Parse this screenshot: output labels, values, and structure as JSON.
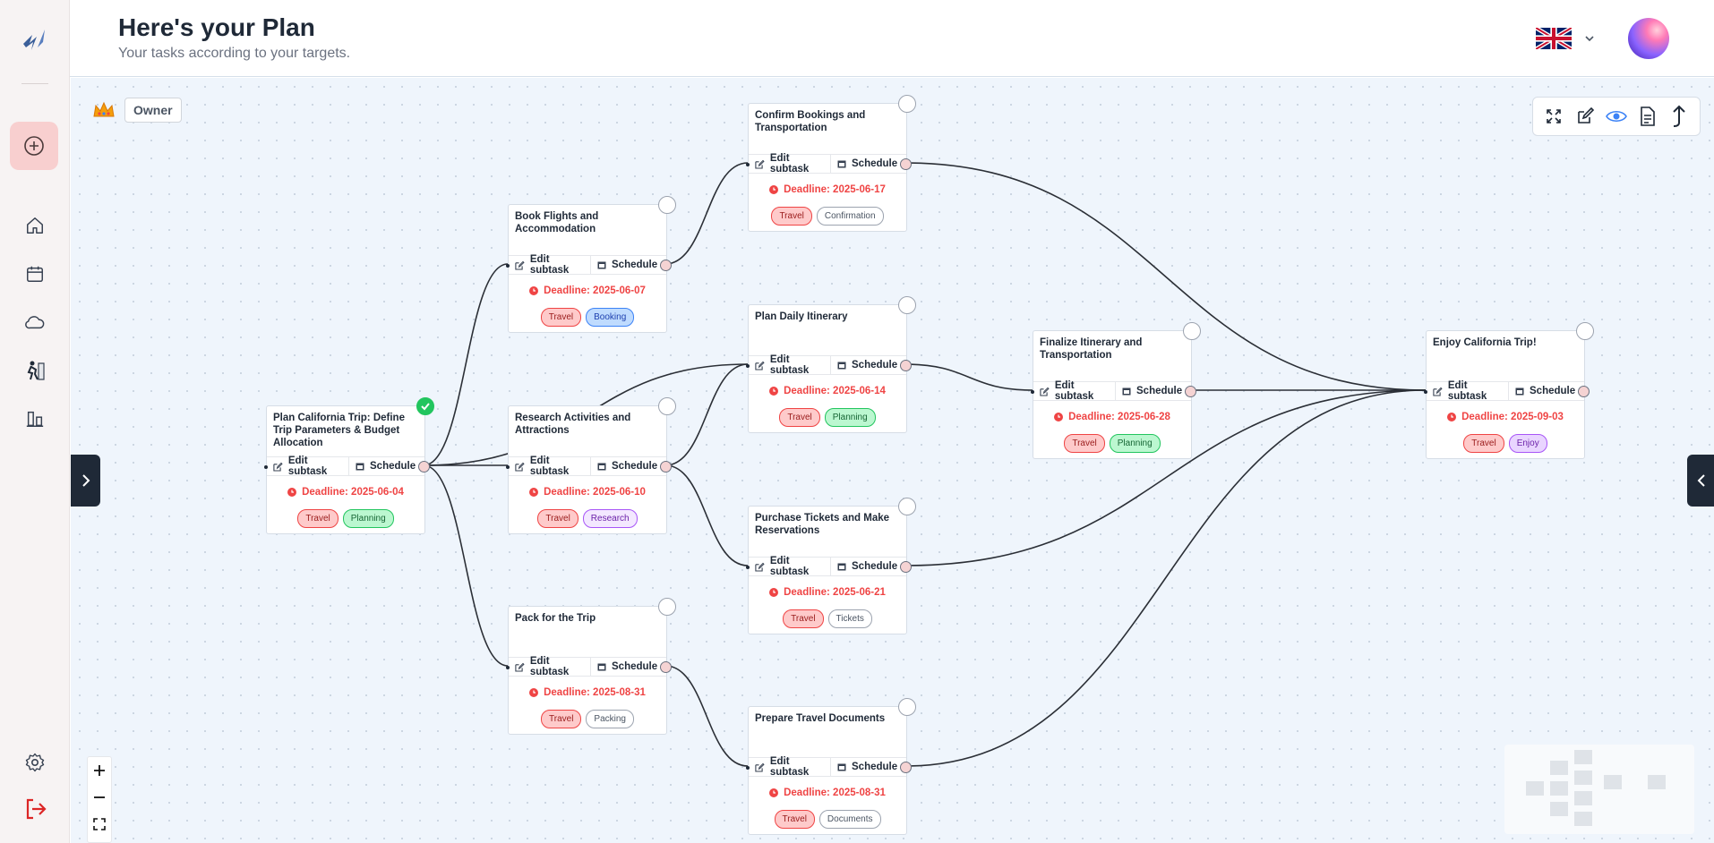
{
  "header": {
    "title": "Here's your Plan",
    "subtitle": "Your tasks according to your targets."
  },
  "sidebar": {
    "items": [
      {
        "icon": "logo-icon"
      },
      {
        "icon": "add-icon"
      },
      {
        "icon": "home-icon"
      },
      {
        "icon": "calendar-icon"
      },
      {
        "icon": "cloud-icon"
      },
      {
        "icon": "climber-icon"
      },
      {
        "icon": "stats-icon"
      },
      {
        "icon": "settings-icon"
      },
      {
        "icon": "logout-icon"
      }
    ]
  },
  "canvas": {
    "owner_label": "Owner",
    "toolbar": [
      "fullscreen-icon",
      "edit-icon",
      "eye-icon",
      "document-icon",
      "share-arrow-icon"
    ],
    "zoom": [
      "+",
      "−",
      "fit"
    ]
  },
  "node_labels": {
    "edit": "Edit subtask",
    "schedule": "Schedule"
  },
  "nodes": [
    {
      "id": "n1",
      "title": "Plan California Trip: Define Trip Parameters & Budget Allocation",
      "deadline": "Deadline: 2025-06-04",
      "tags": [
        "Travel",
        "Planning"
      ],
      "done": true
    },
    {
      "id": "n2",
      "title": "Book Flights and Accommodation",
      "deadline": "Deadline: 2025-06-07",
      "tags": [
        "Travel",
        "Booking"
      ],
      "done": false
    },
    {
      "id": "n3",
      "title": "Research Activities and Attractions",
      "deadline": "Deadline: 2025-06-10",
      "tags": [
        "Travel",
        "Research"
      ],
      "done": false
    },
    {
      "id": "n4",
      "title": "Pack for the Trip",
      "deadline": "Deadline: 2025-08-31",
      "tags": [
        "Travel",
        "Packing"
      ],
      "done": false
    },
    {
      "id": "n5",
      "title": "Confirm Bookings and Transportation",
      "deadline": "Deadline: 2025-06-17",
      "tags": [
        "Travel",
        "Confirmation"
      ],
      "done": false
    },
    {
      "id": "n6",
      "title": "Plan Daily Itinerary",
      "deadline": "Deadline: 2025-06-14",
      "tags": [
        "Travel",
        "Planning"
      ],
      "done": false
    },
    {
      "id": "n7",
      "title": "Purchase Tickets and Make Reservations",
      "deadline": "Deadline: 2025-06-21",
      "tags": [
        "Travel",
        "Tickets"
      ],
      "done": false
    },
    {
      "id": "n8",
      "title": "Prepare Travel Documents",
      "deadline": "Deadline: 2025-08-31",
      "tags": [
        "Travel",
        "Documents"
      ],
      "done": false
    },
    {
      "id": "n9",
      "title": "Finalize Itinerary and Transportation",
      "deadline": "Deadline: 2025-06-28",
      "tags": [
        "Travel",
        "Planning"
      ],
      "done": false
    },
    {
      "id": "n10",
      "title": "Enjoy California Trip!",
      "deadline": "Deadline: 2025-09-03",
      "tags": [
        "Travel",
        "Enjoy"
      ],
      "done": false
    }
  ],
  "edges": [
    [
      "n1",
      "n2"
    ],
    [
      "n1",
      "n3"
    ],
    [
      "n1",
      "n4"
    ],
    [
      "n1",
      "n6"
    ],
    [
      "n2",
      "n5"
    ],
    [
      "n3",
      "n6"
    ],
    [
      "n3",
      "n7"
    ],
    [
      "n4",
      "n8"
    ],
    [
      "n5",
      "n10"
    ],
    [
      "n6",
      "n9"
    ],
    [
      "n9",
      "n10"
    ],
    [
      "n7",
      "n10"
    ],
    [
      "n8",
      "n10"
    ]
  ],
  "colors": {
    "accent": "#f8cfcf",
    "deadline": "#ef4444",
    "done": "#22c55e",
    "canvas_bg": "#eff5fc"
  }
}
